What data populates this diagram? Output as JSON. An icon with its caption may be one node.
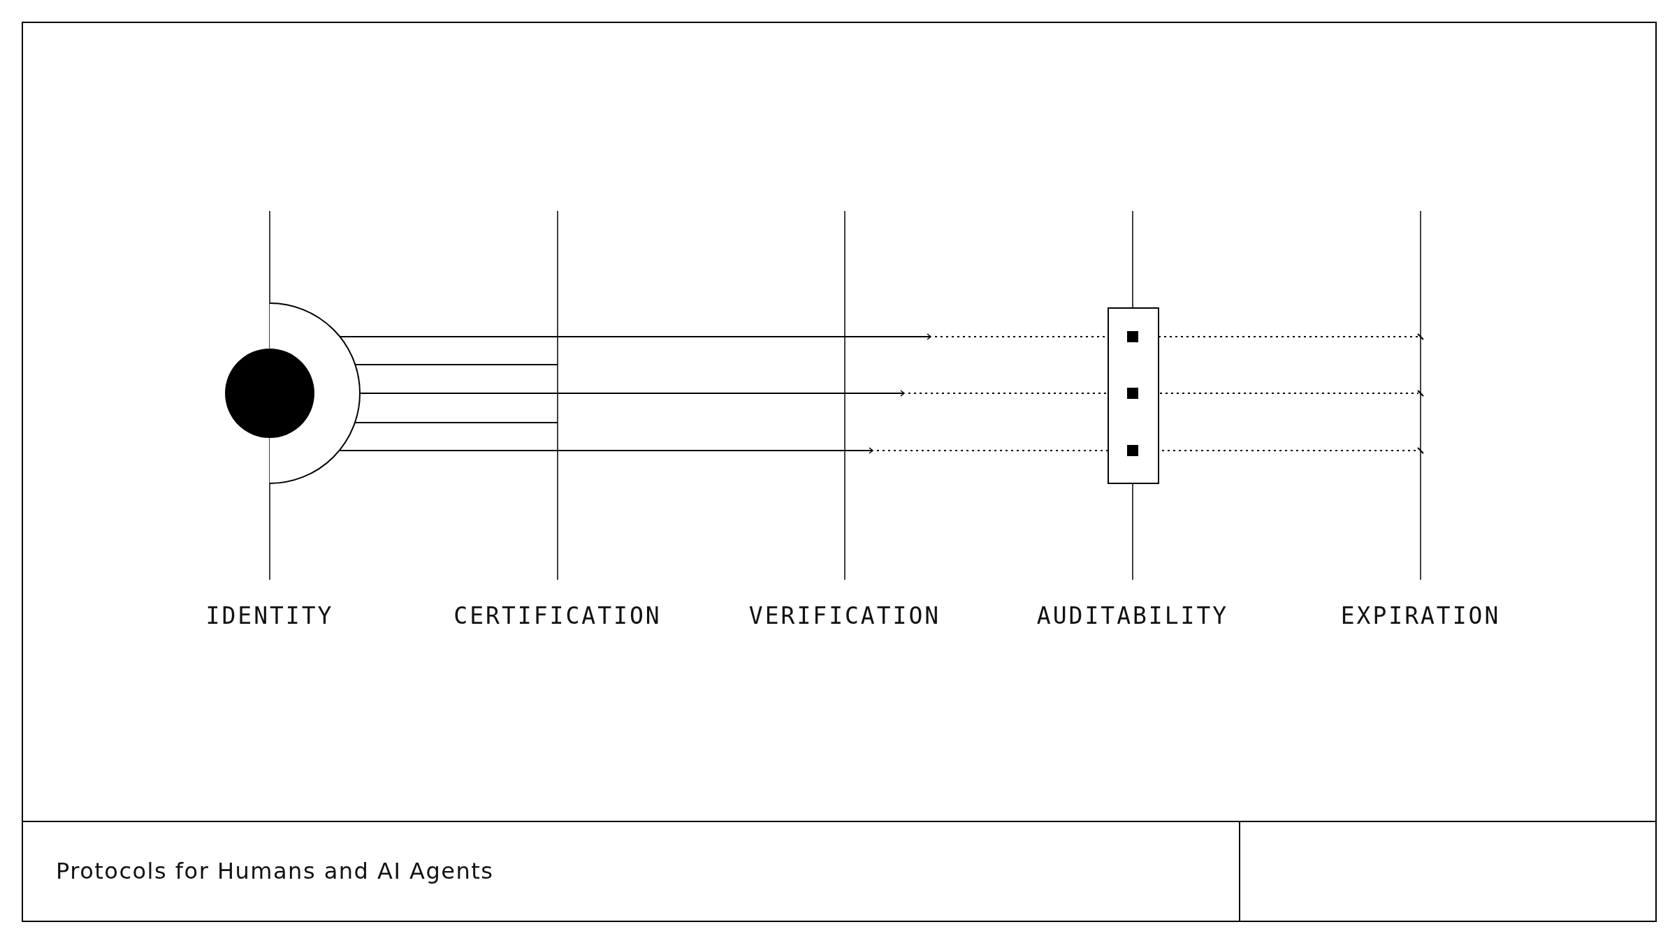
{
  "diagram": {
    "caption": "Protocols for Humans and AI Agents",
    "labels": [
      "IDENTITY",
      "CERTIFICATION",
      "VERIFICATION",
      "AUDITABILITY",
      "EXPIRATION"
    ]
  }
}
